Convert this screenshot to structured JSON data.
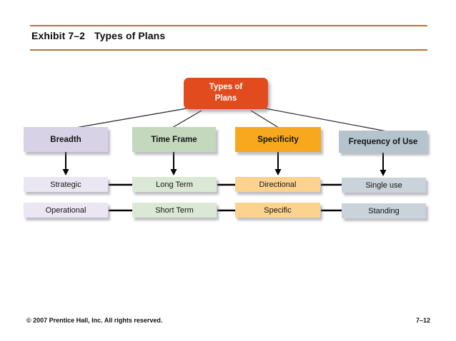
{
  "header": {
    "exhibit_label": "Exhibit 7–2",
    "title": "Types of Plans",
    "rule_color": "#b5742e"
  },
  "diagram": {
    "root": {
      "label": "Types of\nPlans",
      "color": "#e24b1e",
      "text_color": "#ffffff"
    },
    "columns": [
      {
        "category": "Breadth",
        "items": [
          "Strategic",
          "Operational"
        ],
        "colors": {
          "header": "#d8d2e7",
          "item": "#eae7f3"
        }
      },
      {
        "category": "Time Frame",
        "items": [
          "Long Term",
          "Short Term"
        ],
        "colors": {
          "header": "#c3d8bc",
          "item": "#dce8d6"
        }
      },
      {
        "category": "Specificity",
        "items": [
          "Directional",
          "Specific"
        ],
        "colors": {
          "header": "#f7a81f",
          "item": "#fbd28e"
        }
      },
      {
        "category": "Frequency of Use",
        "items": [
          "Single use",
          "Standing"
        ],
        "colors": {
          "header": "#b5c3cc",
          "item": "#c9d3d9"
        }
      }
    ]
  },
  "footer": {
    "copyright": "© 2007 Prentice Hall, Inc. All rights reserved.",
    "page_number": "7–12"
  }
}
